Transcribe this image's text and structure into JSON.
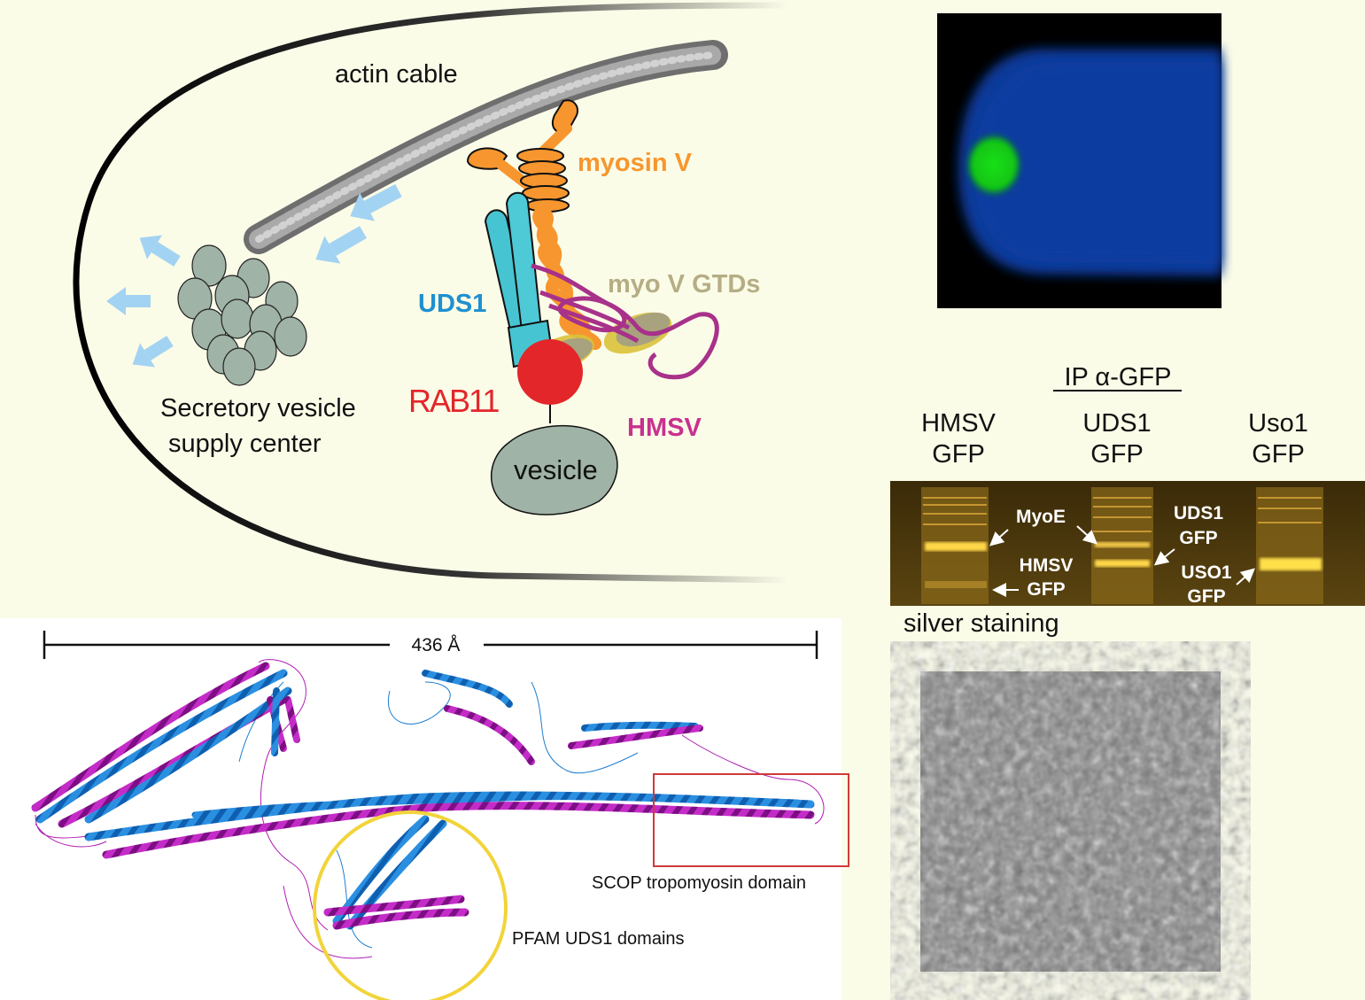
{
  "cell_diagram": {
    "actin_label": "actin cable",
    "myosin_label": "myosin V",
    "gtd_label": "myo V GTDs",
    "uds1_label": "UDS1",
    "rab11_label": "RAB11",
    "hmsv_label": "HMSV",
    "vesicle_label": "vesicle",
    "svsc_line1": "Secretory vesicle",
    "svsc_line2": "supply center",
    "colors": {
      "myosin": "#f7962e",
      "uds1": "#1e90d0",
      "rab11": "#e3262a",
      "hmsv": "#c8318f",
      "gtd": "#b5ad84",
      "arrows": "#a3d3f2",
      "vesicles": "#9fb3a6"
    }
  },
  "gel": {
    "ip_title": "IP α-GFP",
    "lanes": [
      {
        "line1": "HMSV",
        "line2": "GFP"
      },
      {
        "line1": "UDS1",
        "line2": "GFP"
      },
      {
        "line1": "Uso1",
        "line2": "GFP"
      }
    ],
    "annotations": {
      "myoe": "MyoE",
      "hmsv_gfp_1": "HMSV",
      "hmsv_gfp_2": "GFP",
      "uds1_gfp_1": "UDS1",
      "uds1_gfp_2": "GFP",
      "uso1_gfp_1": "USO1",
      "uso1_gfp_2": "GFP"
    },
    "stain_label": "silver staining"
  },
  "structure": {
    "scale_label": "436 Å",
    "scop_label": "SCOP tropomyosin domain",
    "pfam_label": "PFAM UDS1 domains",
    "colors": {
      "chain_a": "#1e7fd0",
      "chain_b": "#b11fb4",
      "scop_box": "#d03a3a",
      "pfam_circle": "#f2d43a"
    }
  }
}
